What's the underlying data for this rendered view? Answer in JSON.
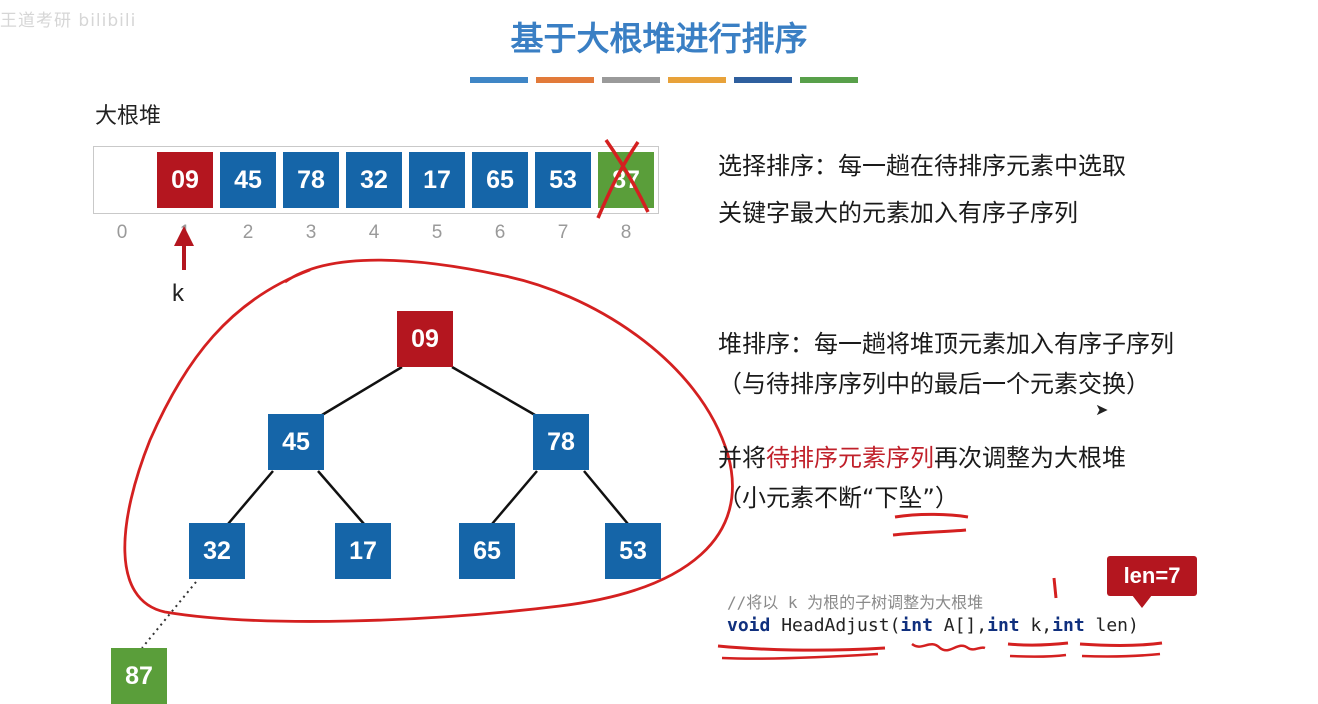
{
  "watermark": "王道考研 bilibili",
  "title": "基于大根堆进行排序",
  "colors": {
    "blue": "#1565a8",
    "red": "#b4161f",
    "green": "#5a9e3a",
    "annotation": "#d42020",
    "stripes": [
      "#3f86c6",
      "#e27a3a",
      "#9a9a9a",
      "#e8a23a",
      "#2f5f9e",
      "#58a04a"
    ]
  },
  "heap_label": "大根堆",
  "array": {
    "cells": [
      {
        "index": "0",
        "value": "",
        "color": "empty"
      },
      {
        "index": "1",
        "value": "09",
        "color": "red"
      },
      {
        "index": "2",
        "value": "45",
        "color": "blue"
      },
      {
        "index": "3",
        "value": "78",
        "color": "blue"
      },
      {
        "index": "4",
        "value": "32",
        "color": "blue"
      },
      {
        "index": "5",
        "value": "17",
        "color": "blue"
      },
      {
        "index": "6",
        "value": "65",
        "color": "blue"
      },
      {
        "index": "7",
        "value": "53",
        "color": "blue"
      },
      {
        "index": "8",
        "value": "87",
        "color": "green",
        "crossed": true
      }
    ]
  },
  "pointer_label": "k",
  "tree": {
    "root": "09",
    "level2": [
      "45",
      "78"
    ],
    "level3": [
      "32",
      "17",
      "65",
      "53"
    ],
    "removed": "87"
  },
  "text": {
    "selection_line1": "选择排序：每一趟在待排序元素中选取",
    "selection_line2": "关键字最大的元素加入有序子序列",
    "heap_line1": "堆排序：每一趟将堆顶元素加入有序子序列",
    "heap_line2": "（与待排序序列中的最后一个元素交换）",
    "adjust_prefix": "并将",
    "adjust_highlight": "待排序元素序列",
    "adjust_suffix": "再次调整为大根堆",
    "sink_line": "（小元素不断“下坠”）"
  },
  "code": {
    "comment": "//将以 k 为根的子树调整为大根堆",
    "kw_void": "void",
    "func": " HeadAdjust(",
    "kw_int1": "int",
    "arg1": " A[],",
    "kw_int2": "int",
    "arg2": " k,",
    "kw_int3": "int",
    "arg3": " len)"
  },
  "callout": "len=7"
}
